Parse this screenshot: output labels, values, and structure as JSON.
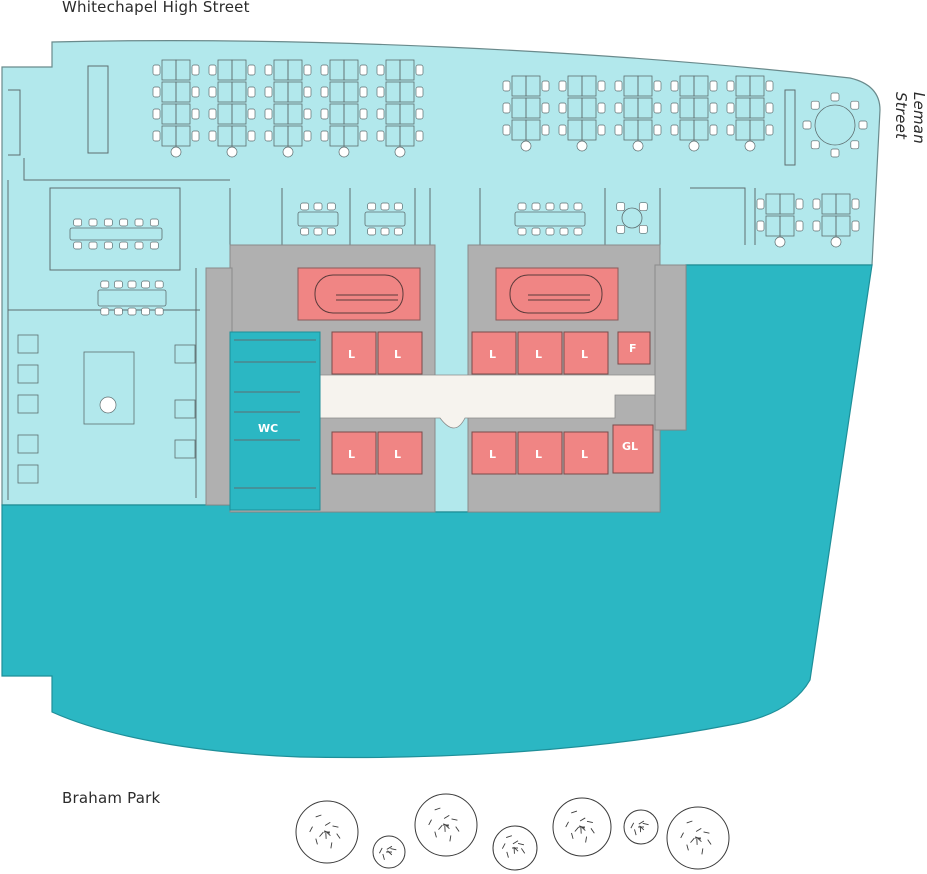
{
  "streets": {
    "north": "Whitechapel High Street",
    "east": "Leman Street",
    "south": "Braham Park"
  },
  "colors": {
    "occupied_floor": "#b2e8ec",
    "available_floor": "#2bb7c3",
    "core": "#b0b0b0",
    "lift": "#f08584",
    "corridor": "#f6f3ee",
    "washroom": "#2bb7c3"
  },
  "rooms": {
    "washroom": "WC",
    "lift": "L",
    "fire_lift": "F",
    "goods_lift": "GL"
  }
}
